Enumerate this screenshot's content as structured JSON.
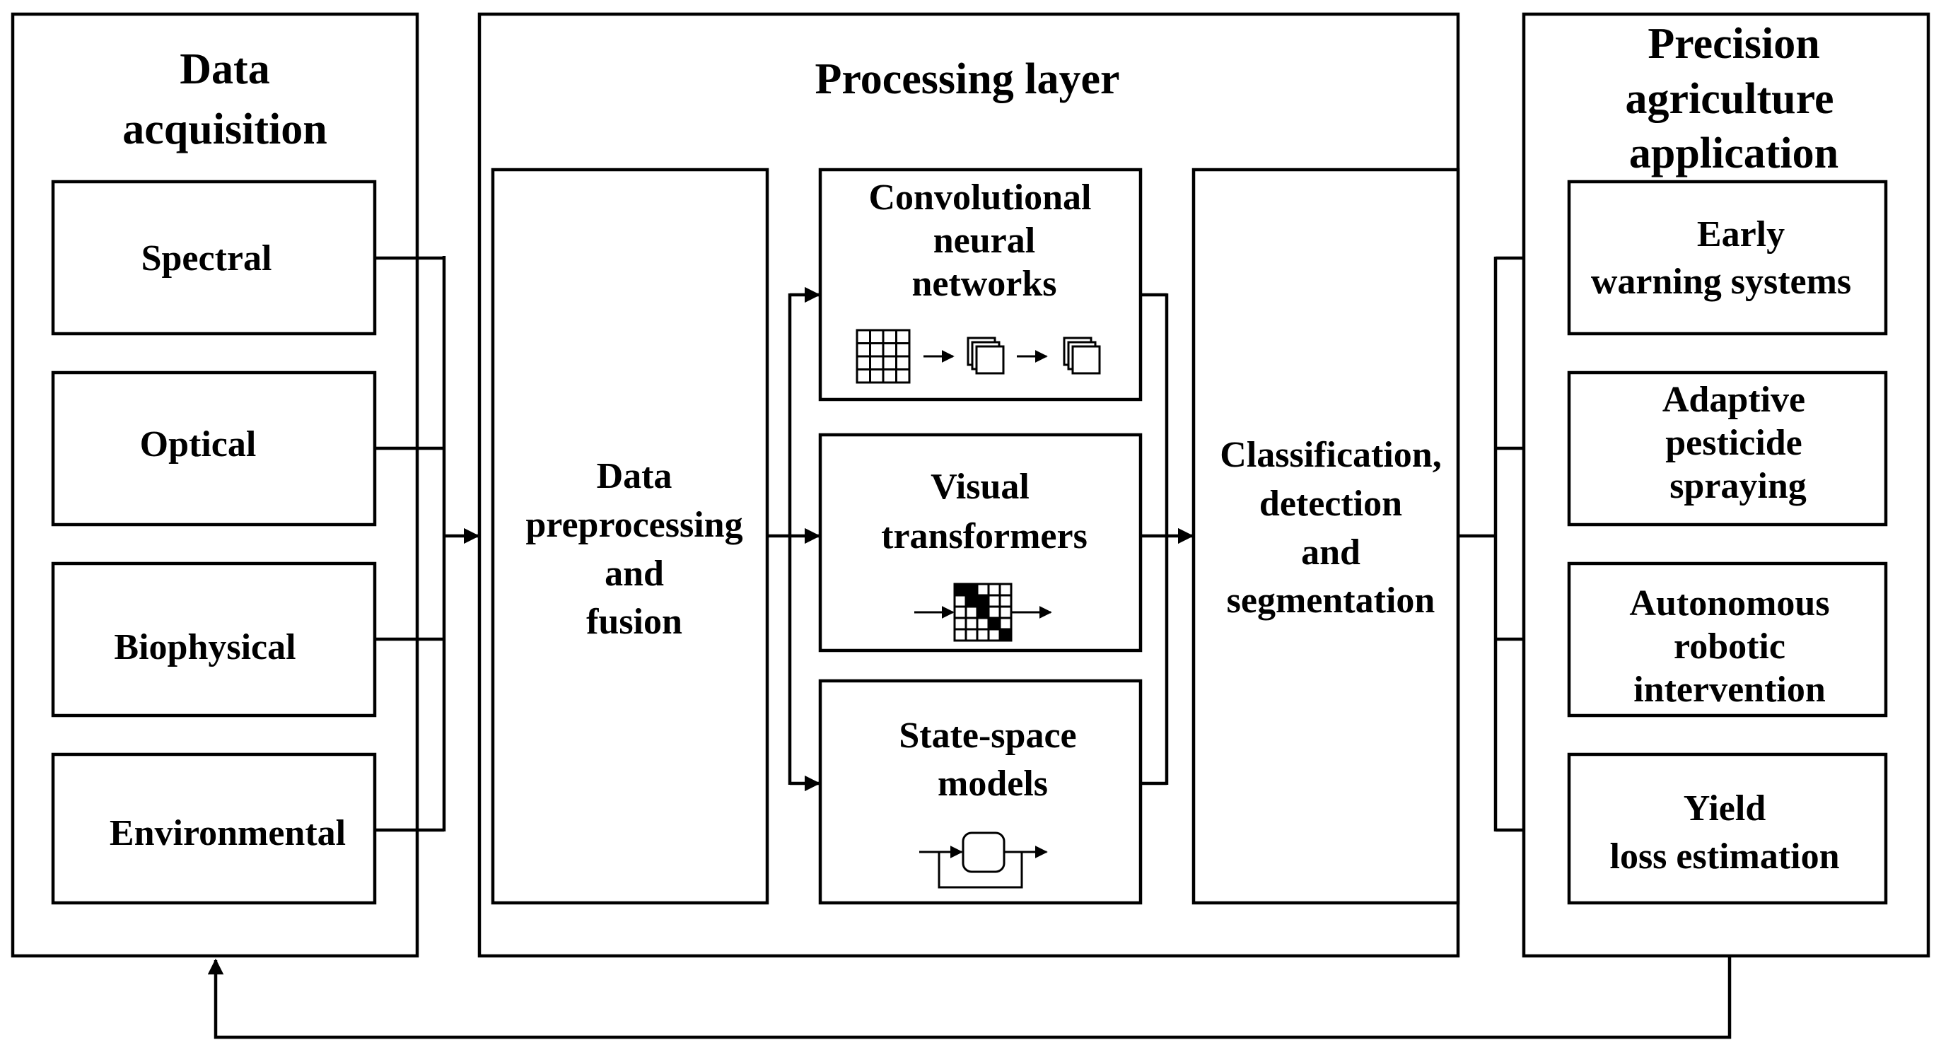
{
  "data_acquisition": {
    "title": [
      "Data",
      "acquisition"
    ],
    "items": [
      "Spectral",
      "Optical",
      "Biophysical",
      "Environmental"
    ]
  },
  "processing": {
    "title": "Processing layer",
    "preprocessing": [
      "Data",
      "preprocessing",
      "and",
      "fusion"
    ],
    "models": [
      {
        "lines": [
          "Convolutional",
          "neural",
          "networks"
        ],
        "icon": "cnn-icon"
      },
      {
        "lines": [
          "Visual",
          "transformers"
        ],
        "icon": "transformer-icon"
      },
      {
        "lines": [
          "State-space",
          "models"
        ],
        "icon": "state-space-icon"
      }
    ],
    "output": [
      "Classification,",
      "detection",
      "and",
      "segmentation"
    ]
  },
  "application": {
    "title": [
      "Precision",
      "agriculture",
      "application"
    ],
    "items": [
      [
        "Early",
        "warning systems"
      ],
      [
        "Adaptive",
        "pesticide",
        "spraying"
      ],
      [
        "Autonomous",
        "robotic",
        "intervention"
      ],
      [
        "Yield",
        "loss estimation"
      ]
    ]
  }
}
